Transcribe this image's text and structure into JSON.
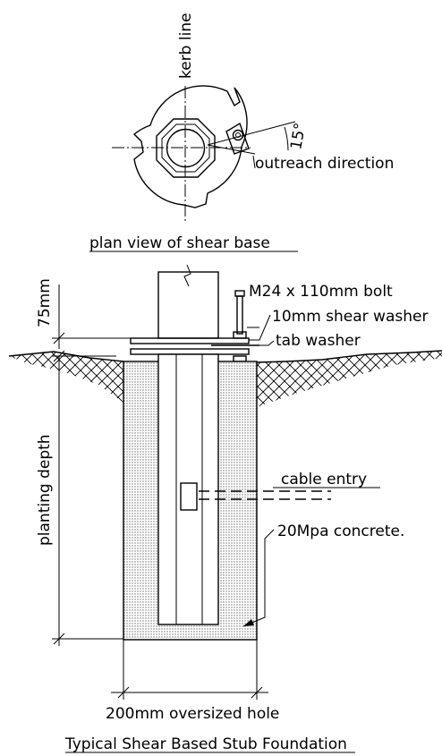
{
  "plan_view": {
    "title": "plan view of shear base",
    "kerb_label": "kerb line",
    "angle_label": "15°",
    "direction_label": "outreach direction"
  },
  "section_view": {
    "bolt_label": "M24 x 110mm bolt",
    "shear_washer_label": "10mm shear washer",
    "tab_washer_label": "tab washer",
    "dim_top_label": "75mm",
    "planting_depth_label": "planting depth",
    "cable_label": "cable entry",
    "concrete_label": "20Mpa concrete.",
    "hole_label": "200mm oversized hole"
  },
  "drawing_title": "Typical Shear Based Stub Foundation",
  "colors": {
    "line": "#000000",
    "concrete": "#d9d9d9",
    "background": "#ffffff"
  }
}
